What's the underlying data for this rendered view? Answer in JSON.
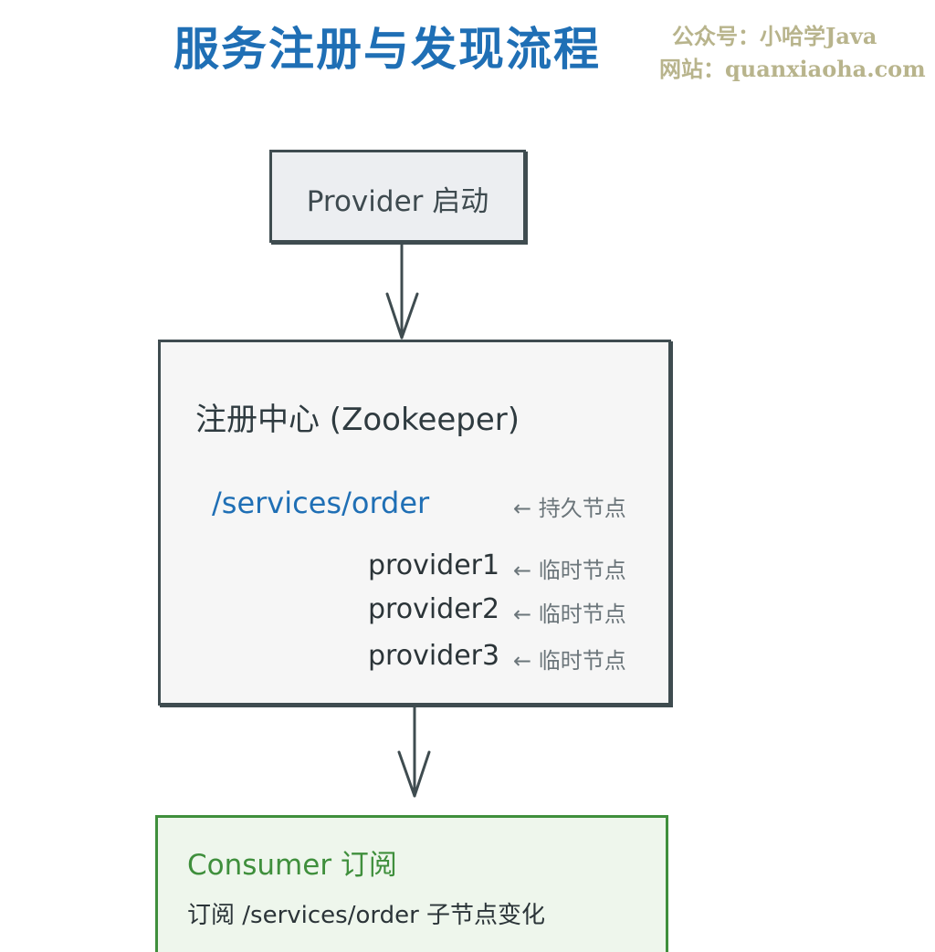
{
  "title": "服务注册与发现流程",
  "watermark": {
    "line1": "公众号：小哈学Java",
    "line2": "网站：quanxiaoha.com"
  },
  "provider": {
    "label": "Provider 启动"
  },
  "registry": {
    "title": "注册中心 (Zookeeper)",
    "root": {
      "path": "/services/order",
      "note": "← 持久节点"
    },
    "children": [
      {
        "name": "provider1",
        "note": "← 临时节点"
      },
      {
        "name": "provider2",
        "note": "← 临时节点"
      },
      {
        "name": "provider3",
        "note": "← 临时节点"
      }
    ]
  },
  "consumer": {
    "title": "Consumer 订阅",
    "desc": "订阅 /services/order 子节点变化"
  },
  "colors": {
    "title": "#1f6fb5",
    "watermark": "#b8b48c",
    "stroke": "#3f4c50",
    "provider_fill": "#eceef1",
    "registry_fill": "#f6f6f6",
    "consumer_stroke": "#3f8f3c",
    "consumer_fill": "#eef6ec"
  }
}
